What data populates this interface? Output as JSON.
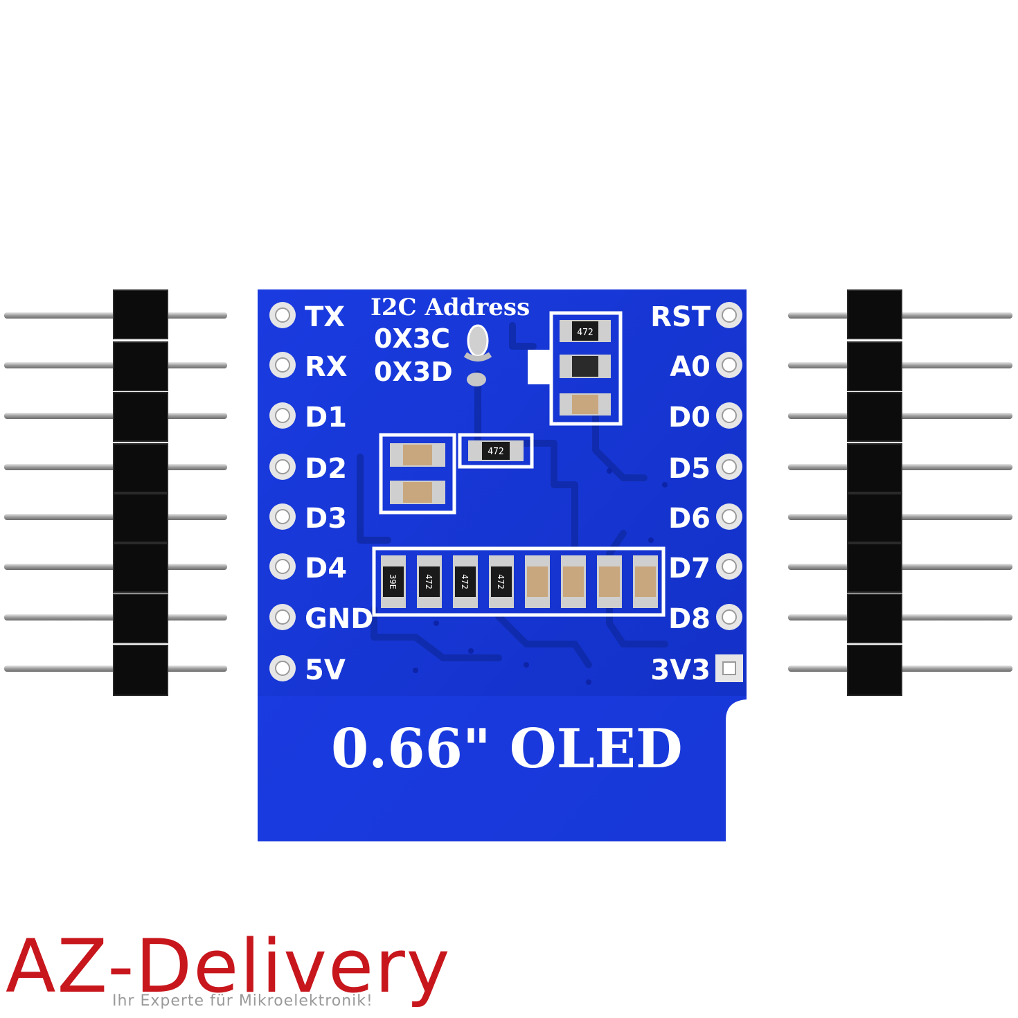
{
  "product": {
    "board_label": "0.66\" OLED",
    "i2c_title": "I2C Address",
    "i2c_addresses": [
      "0X3C",
      "0X3D"
    ],
    "left_pins": [
      "TX",
      "RX",
      "D1",
      "D2",
      "D3",
      "D4",
      "GND",
      "5V"
    ],
    "right_pins": [
      "RST",
      "A0",
      "D0",
      "D5",
      "D6",
      "D7",
      "D8",
      "3V3"
    ],
    "resistor_codes": [
      "472",
      "472",
      "39E",
      "472",
      "472",
      "472"
    ]
  },
  "brand": {
    "name": "AZ-Delivery",
    "tagline": "Ihr Experte für Mikroelektronik!",
    "color": "#c8161d"
  },
  "colors": {
    "pcb": "#1f3fd8",
    "pcb_dark": "#0d24a8",
    "silk": "#ffffff",
    "header_plastic": "#0b0b0b",
    "pin_metal": "#b8b8b8"
  }
}
